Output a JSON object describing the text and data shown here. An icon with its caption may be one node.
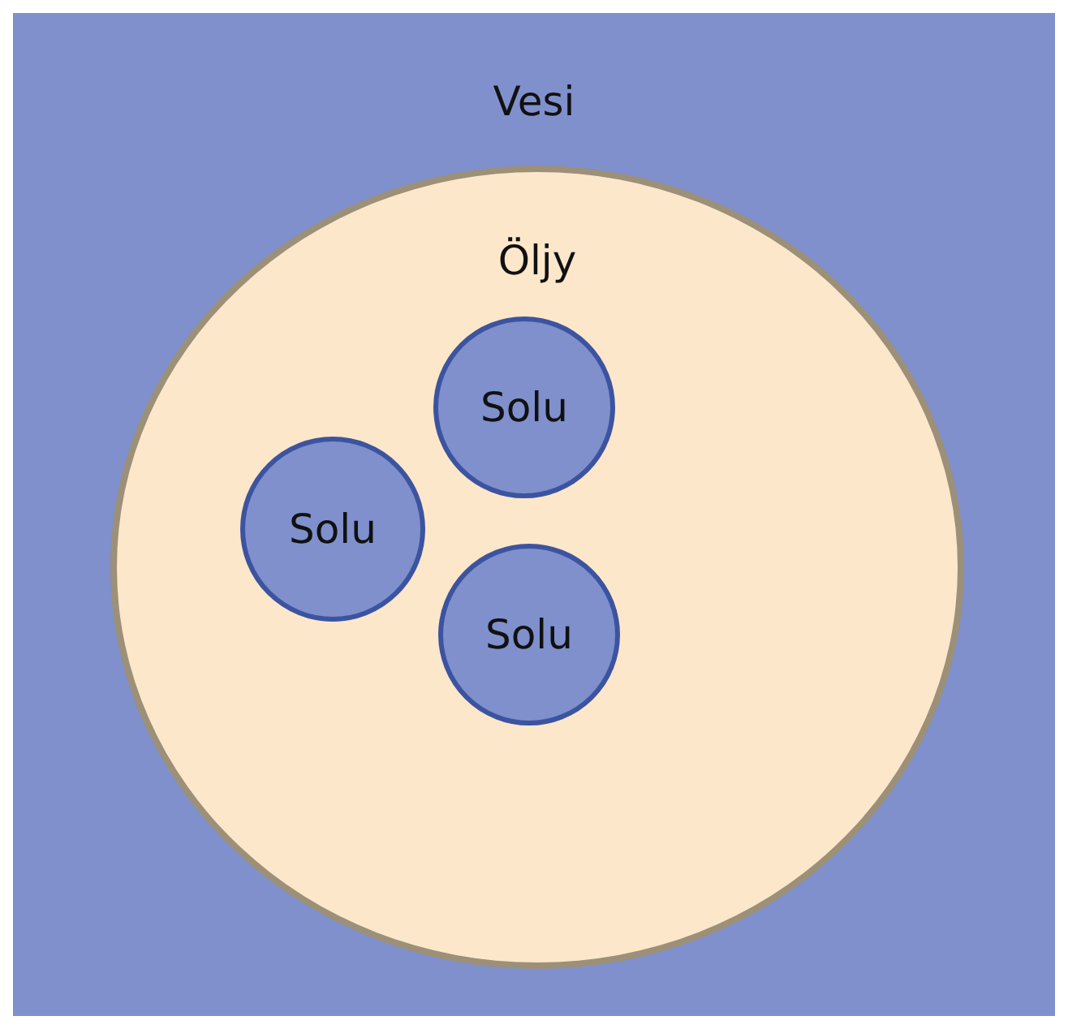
{
  "diagram": {
    "nodes": [
      {
        "text": [
          "Vesi"
        ]
      },
      {
        "text": [
          "Öljy"
        ],
        "in": 0
      },
      {
        "text": [
          "Solu"
        ],
        "in": 1
      },
      {
        "text": [
          "Solu"
        ],
        "in": 1
      },
      {
        "text": [
          "Solu"
        ],
        "in": 1
      }
    ]
  }
}
